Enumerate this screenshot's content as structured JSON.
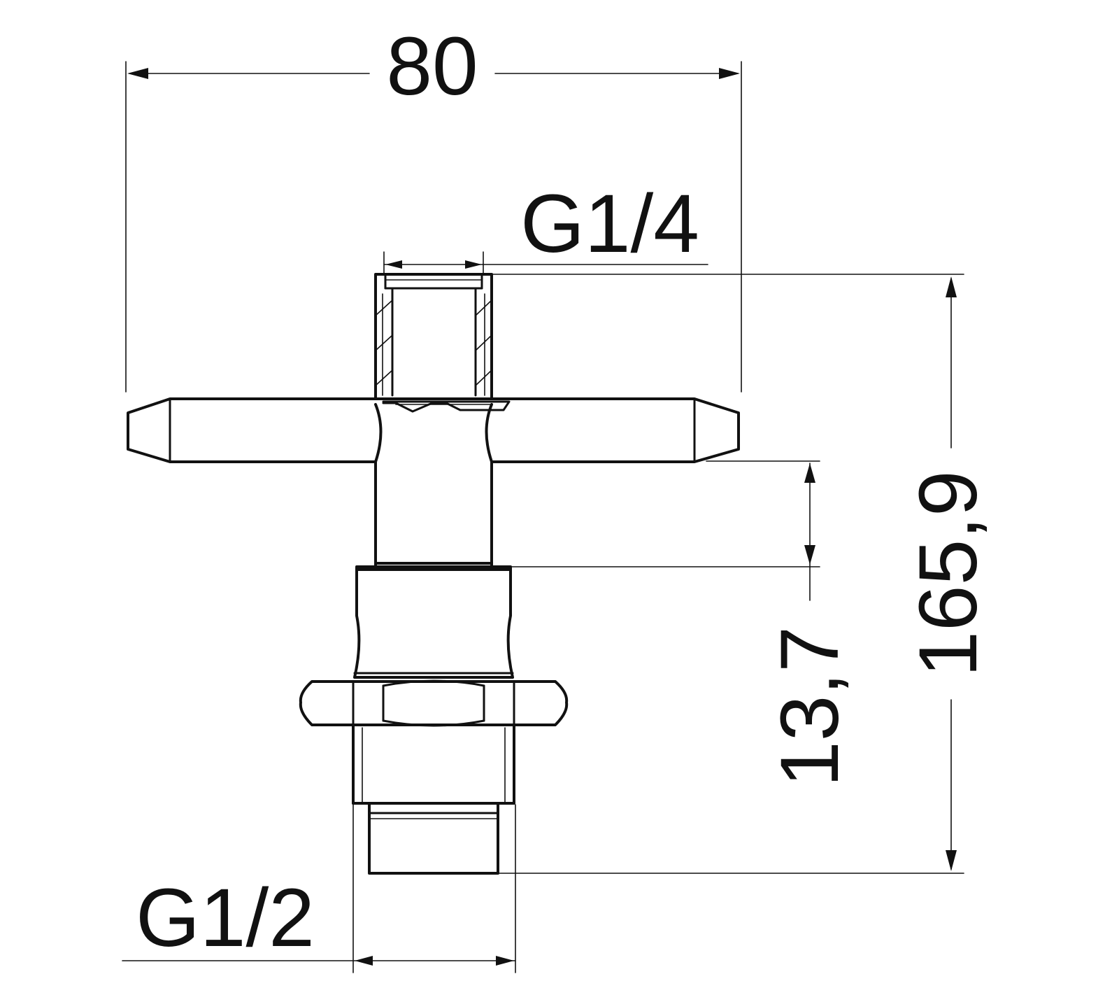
{
  "dimensions": {
    "overall_width": "80",
    "top_thread": "G1/4",
    "overall_height": "165,9",
    "gap_height": "13,7",
    "bottom_thread": "G1/2"
  },
  "colors": {
    "line": "#111111",
    "background": "#ffffff"
  }
}
